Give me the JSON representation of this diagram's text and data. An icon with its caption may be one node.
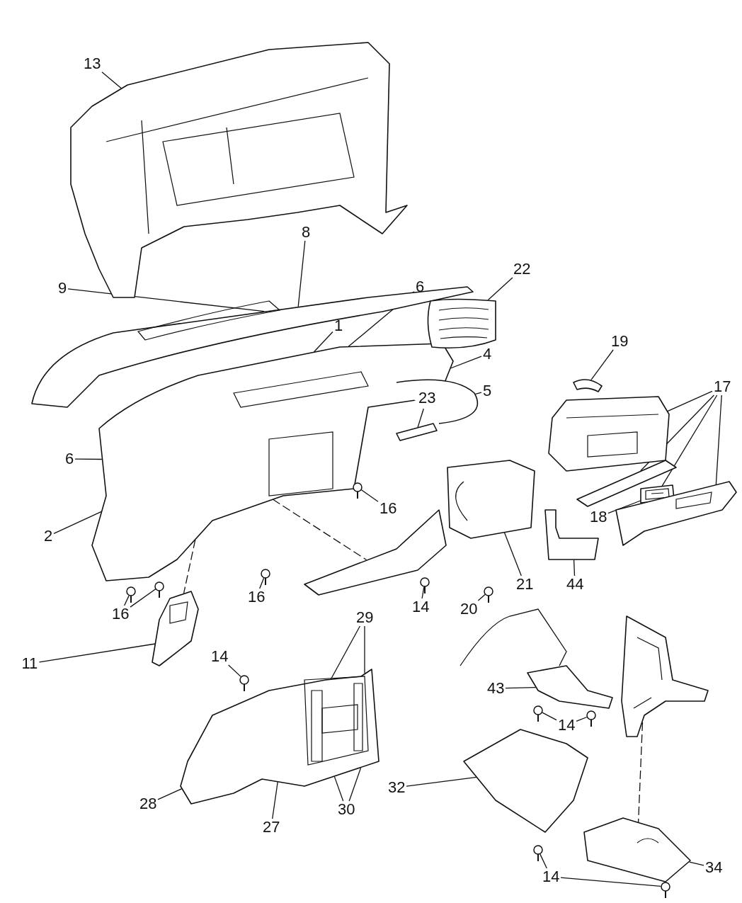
{
  "diagram": {
    "nodes": [
      {
        "text": [
          "13"
        ]
      },
      {
        "text": [
          "8"
        ]
      },
      {
        "text": [
          "9"
        ]
      },
      {
        "text": [
          "6"
        ]
      },
      {
        "text": [
          "22"
        ]
      },
      {
        "text": [
          "1"
        ]
      },
      {
        "text": [
          "19"
        ]
      },
      {
        "text": [
          "4"
        ]
      },
      {
        "text": [
          "5"
        ]
      },
      {
        "text": [
          "17"
        ]
      },
      {
        "text": [
          "23"
        ]
      },
      {
        "text": [
          "6"
        ]
      },
      {
        "text": [
          "16"
        ]
      },
      {
        "text": [
          "18"
        ]
      },
      {
        "text": [
          "2"
        ]
      },
      {
        "text": [
          "21"
        ]
      },
      {
        "text": [
          "44"
        ]
      },
      {
        "text": [
          "16"
        ]
      },
      {
        "text": [
          "16"
        ]
      },
      {
        "text": [
          "14"
        ]
      },
      {
        "text": [
          "20"
        ]
      },
      {
        "text": [
          "11"
        ]
      },
      {
        "text": [
          "29"
        ]
      },
      {
        "text": [
          "14"
        ]
      },
      {
        "text": [
          "43"
        ]
      },
      {
        "text": [
          "14"
        ]
      },
      {
        "text": [
          "28"
        ]
      },
      {
        "text": [
          "30"
        ]
      },
      {
        "text": [
          "27"
        ]
      },
      {
        "text": [
          "32"
        ]
      },
      {
        "text": [
          "34"
        ]
      },
      {
        "text": [
          "14"
        ]
      },
      {
        "text": [],
        "shape": "picture"
      },
      {
        "text": [],
        "shape": "picture"
      },
      {
        "text": [],
        "shape": "picture"
      },
      {
        "text": [],
        "shape": "picture"
      },
      {
        "text": [],
        "shape": "picture"
      },
      {
        "text": [],
        "shape": "picture"
      },
      {
        "text": [],
        "shape": "picture"
      },
      {
        "text": [],
        "shape": "picture"
      },
      {
        "text": [],
        "shape": "picture"
      },
      {
        "text": [],
        "shape": "picture"
      },
      {
        "text": [],
        "shape": "picture"
      },
      {
        "text": [],
        "shape": "picture"
      },
      {
        "text": [],
        "shape": "picture"
      },
      {
        "text": [],
        "shape": "picture"
      },
      {
        "text": [],
        "shape": "picture"
      },
      {
        "text": [],
        "shape": "picture"
      },
      {
        "text": [],
        "shape": "picture"
      },
      {
        "text": [],
        "shape": "picture"
      },
      {
        "text": [],
        "shape": "picture"
      },
      {
        "text": [],
        "shape": "picture"
      },
      {
        "text": [],
        "shape": "picture"
      },
      {
        "text": [],
        "shape": "picture"
      },
      {
        "text": [],
        "shape": "picture"
      },
      {
        "text": [],
        "shape": "picture"
      },
      {
        "text": [],
        "shape": "picture"
      },
      {
        "text": [],
        "shape": "picture"
      },
      {
        "text": [],
        "shape": "picture"
      },
      {
        "text": [],
        "shape": "picture"
      },
      {
        "text": [],
        "shape": "picture"
      },
      {
        "text": [],
        "shape": "picture"
      },
      {
        "text": [],
        "shape": "picture"
      }
    ],
    "edges": [
      {
        "from": 0,
        "to": 32,
        "arrow": "none"
      },
      {
        "from": 1,
        "to": 33,
        "arrow": "none"
      },
      {
        "from": 2,
        "to": 33,
        "arrow": "none"
      },
      {
        "from": 3,
        "to": 34,
        "arrow": "none"
      },
      {
        "from": 4,
        "to": 36,
        "arrow": "none"
      },
      {
        "from": 5,
        "to": 34,
        "arrow": "none"
      },
      {
        "from": 6,
        "to": 37,
        "arrow": "none"
      },
      {
        "from": 7,
        "to": 34,
        "arrow": "none"
      },
      {
        "from": 8,
        "to": 35,
        "arrow": "none"
      },
      {
        "from": 9,
        "to": 38,
        "arrow": "none"
      },
      {
        "from": 9,
        "to": 39,
        "arrow": "none"
      },
      {
        "from": 9,
        "to": 40,
        "arrow": "none"
      },
      {
        "from": 9,
        "to": 41,
        "arrow": "none"
      },
      {
        "from": 10,
        "to": 42,
        "arrow": "none"
      },
      {
        "from": 11,
        "to": 34,
        "arrow": "none"
      },
      {
        "from": 12,
        "to": 55,
        "arrow": "none"
      },
      {
        "from": 13,
        "to": 40,
        "arrow": "none"
      },
      {
        "from": 14,
        "to": 34,
        "arrow": "none"
      },
      {
        "from": 15,
        "to": 43,
        "arrow": "none"
      },
      {
        "from": 16,
        "to": 44,
        "arrow": "none"
      },
      {
        "from": 17,
        "to": 54,
        "arrow": "none"
      },
      {
        "from": 18,
        "to": 52,
        "arrow": "none"
      },
      {
        "from": 18,
        "to": 53,
        "arrow": "none"
      },
      {
        "from": 19,
        "to": 56,
        "arrow": "none"
      },
      {
        "from": 20,
        "to": 57,
        "arrow": "none"
      },
      {
        "from": 21,
        "to": 46,
        "arrow": "none"
      },
      {
        "from": 22,
        "to": 47,
        "arrow": "none"
      },
      {
        "from": 22,
        "to": 47,
        "arrow": "none"
      },
      {
        "from": 23,
        "to": 62,
        "arrow": "none"
      },
      {
        "from": 24,
        "to": 50,
        "arrow": "none"
      },
      {
        "from": 25,
        "to": 58,
        "arrow": "none"
      },
      {
        "from": 25,
        "to": 59,
        "arrow": "none"
      },
      {
        "from": 26,
        "to": 47,
        "arrow": "none"
      },
      {
        "from": 27,
        "to": 47,
        "arrow": "none"
      },
      {
        "from": 27,
        "to": 47,
        "arrow": "none"
      },
      {
        "from": 28,
        "to": 47,
        "arrow": "none"
      },
      {
        "from": 29,
        "to": 48,
        "arrow": "none"
      },
      {
        "from": 30,
        "to": 49,
        "arrow": "none"
      },
      {
        "from": 31,
        "to": 60,
        "arrow": "none"
      },
      {
        "from": 31,
        "to": 61,
        "arrow": "none"
      },
      {
        "from": 34,
        "to": 46,
        "arrow": "none",
        "style": "dashed"
      },
      {
        "from": 34,
        "to": 45,
        "arrow": "none",
        "style": "dashed"
      },
      {
        "from": 51,
        "to": 49,
        "arrow": "none",
        "style": "dashed"
      }
    ]
  }
}
